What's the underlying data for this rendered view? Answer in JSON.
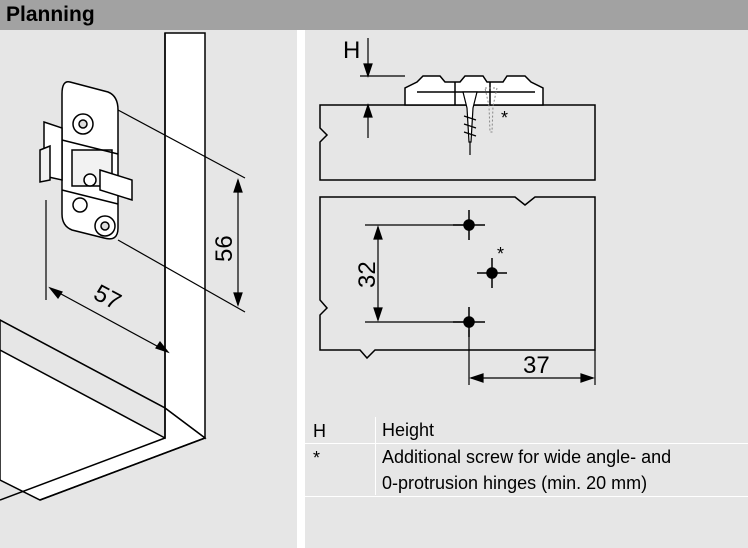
{
  "header": {
    "title": "Planning"
  },
  "left_drawing": {
    "dim_depth": "57",
    "dim_vertical": "56"
  },
  "right_drawing": {
    "label_height": "H",
    "label_asterisk_top": "*",
    "label_asterisk_bottom": "*",
    "dim_spacing": "32",
    "dim_edge": "37"
  },
  "legend": {
    "rows": [
      {
        "key": "H",
        "value": "Height"
      },
      {
        "key": "*",
        "value_line1": "Additional screw for wide angle- and",
        "value_line2": "0-protrusion hinges (min. 20 mm)"
      }
    ]
  },
  "colors": {
    "header_bg": "#a2a2a2",
    "panel_bg": "#e6e6e6",
    "line": "#000000"
  }
}
